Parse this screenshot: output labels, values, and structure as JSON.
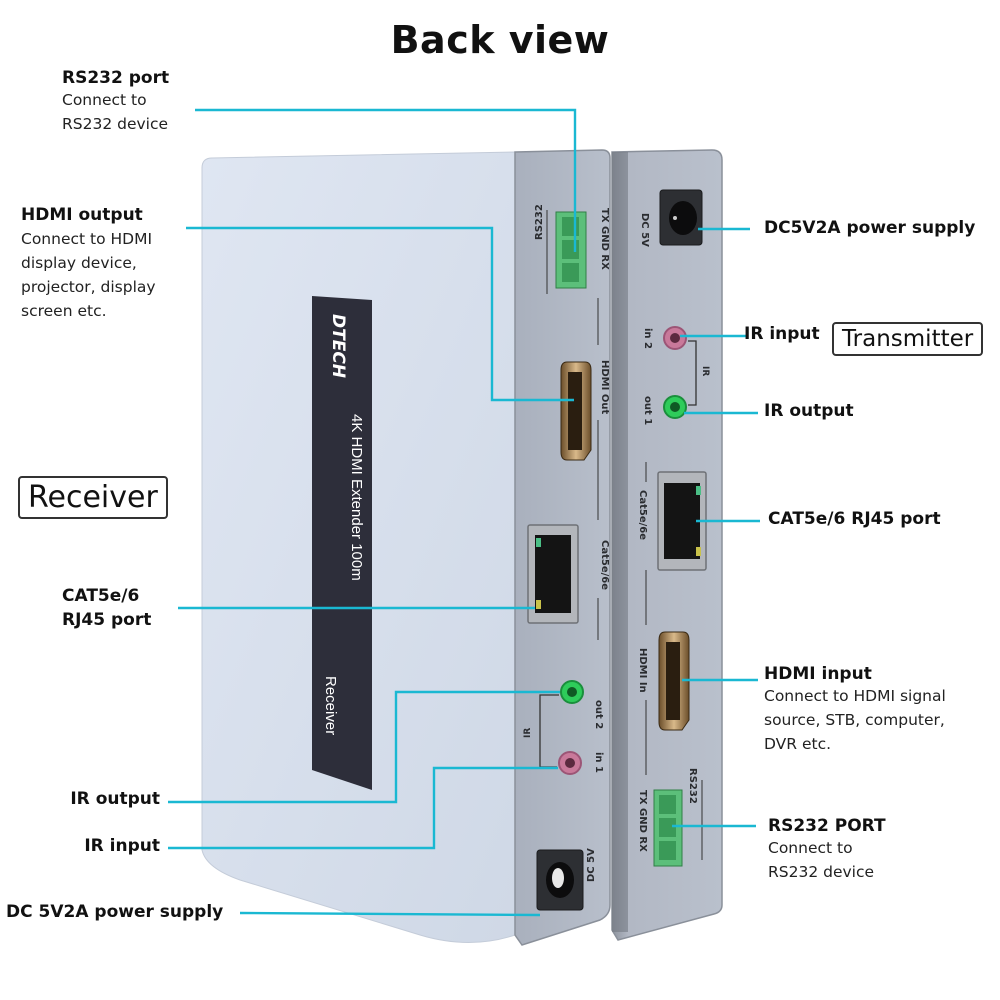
{
  "title": "Back view",
  "units": {
    "receiver_label": "Receiver",
    "transmitter_label": "Transmitter"
  },
  "device": {
    "brand": "DTECH",
    "product_name": "4K HDMI Extender 100m",
    "unit_name": "Receiver",
    "receiver_panel": {
      "rs232_label": "RS232",
      "rs232_pins": "TX GND RX",
      "hdmi_label": "HDMI Out",
      "rj45_label": "Cat5e/6e",
      "ir_label": "IR",
      "ir_out_label": "out 2",
      "ir_in_label": "in 1",
      "dc_label": "DC  5V"
    },
    "transmitter_panel": {
      "dc_label": "DC  5V",
      "ir_label": "IR",
      "ir_in_label": "in 2",
      "ir_out_label": "out 1",
      "rj45_label": "Cat5e/6e",
      "hdmi_label": "HDMI In",
      "rs232_label": "RS232",
      "rs232_pins": "TX GND RX"
    }
  },
  "left_callouts": [
    {
      "title": "RS232 port",
      "lines": [
        "Connect to",
        "RS232 device"
      ]
    },
    {
      "title": "HDMI output",
      "lines": [
        "Connect to HDMI",
        "display device,",
        "projector, display",
        "screen etc."
      ]
    },
    {
      "title": "CAT5e/6",
      "lines": [
        "RJ45 port"
      ]
    },
    {
      "title": "IR output",
      "lines": []
    },
    {
      "title": "IR input",
      "lines": []
    },
    {
      "title": "DC 5V2A power supply",
      "lines": []
    }
  ],
  "right_callouts": [
    {
      "title": "DC5V2A power supply",
      "lines": []
    },
    {
      "title": "IR input",
      "lines": []
    },
    {
      "title": "IR output",
      "lines": []
    },
    {
      "title": "CAT5e/6 RJ45 port",
      "lines": []
    },
    {
      "title": "HDMI input",
      "lines": [
        "Connect to HDMI signal",
        "source, STB, computer,",
        "DVR etc."
      ]
    },
    {
      "title": "RS232 PORT",
      "lines": [
        "Connect to",
        "RS232 device"
      ]
    }
  ],
  "colors": {
    "callout_line": "#1ab8d2",
    "terminal_green": "#5cbf7a",
    "ir_out_green": "#2ecc5a",
    "ir_in_pink": "#c9799a"
  }
}
